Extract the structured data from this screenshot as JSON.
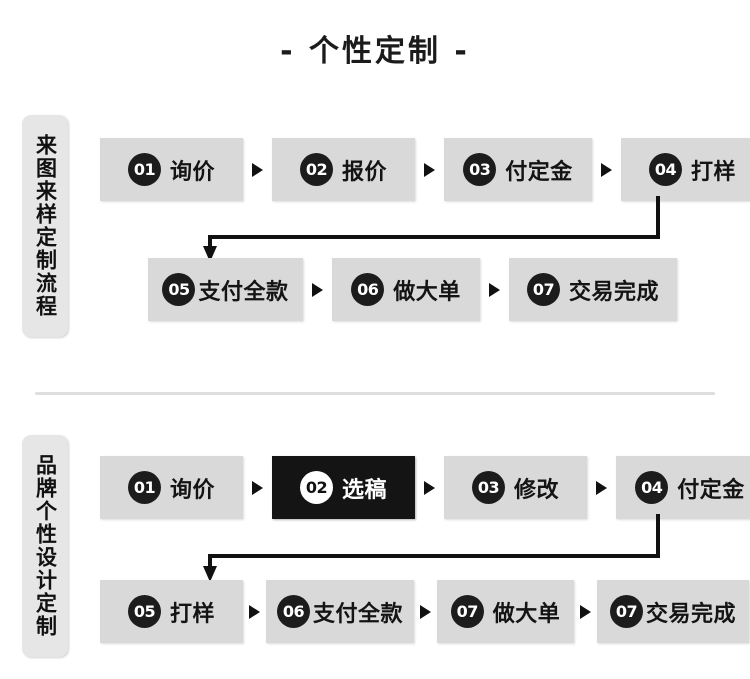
{
  "page": {
    "title": "- 个性定制 -"
  },
  "divider": {
    "name": "section-divider"
  },
  "sections": [
    {
      "id": "section-1",
      "side_label": "来图来样定制流程",
      "row_a": [
        {
          "num": "01",
          "label": "询价"
        },
        {
          "num": "02",
          "label": "报价"
        },
        {
          "num": "03",
          "label": "付定金"
        },
        {
          "num": "04",
          "label": "打样"
        }
      ],
      "row_b": [
        {
          "num": "05",
          "label": "支付全款"
        },
        {
          "num": "06",
          "label": "做大单"
        },
        {
          "num": "07",
          "label": "交易完成"
        }
      ]
    },
    {
      "id": "section-2",
      "side_label": "品牌个性设计定制",
      "row_a": [
        {
          "num": "01",
          "label": "询价"
        },
        {
          "num": "02",
          "label": "选稿",
          "highlight": true
        },
        {
          "num": "03",
          "label": "修改"
        },
        {
          "num": "04",
          "label": "付定金"
        }
      ],
      "row_b": [
        {
          "num": "05",
          "label": "打样"
        },
        {
          "num": "06",
          "label": "支付全款"
        },
        {
          "num": "07",
          "label": "做大单"
        },
        {
          "num": "07",
          "label": "交易完成"
        }
      ]
    }
  ],
  "icons": {
    "arrow_separator": "triangle-right-icon",
    "flow_connector": "elbow-arrow-down-icon"
  },
  "colors": {
    "step_background": "#d9d9d9",
    "step_highlight_background": "#141414",
    "badge_background": "#1c1c1c",
    "side_label_background": "#e6e6e6",
    "text": "#141414",
    "divider": "#dedede",
    "page_background": "#ffffff"
  }
}
